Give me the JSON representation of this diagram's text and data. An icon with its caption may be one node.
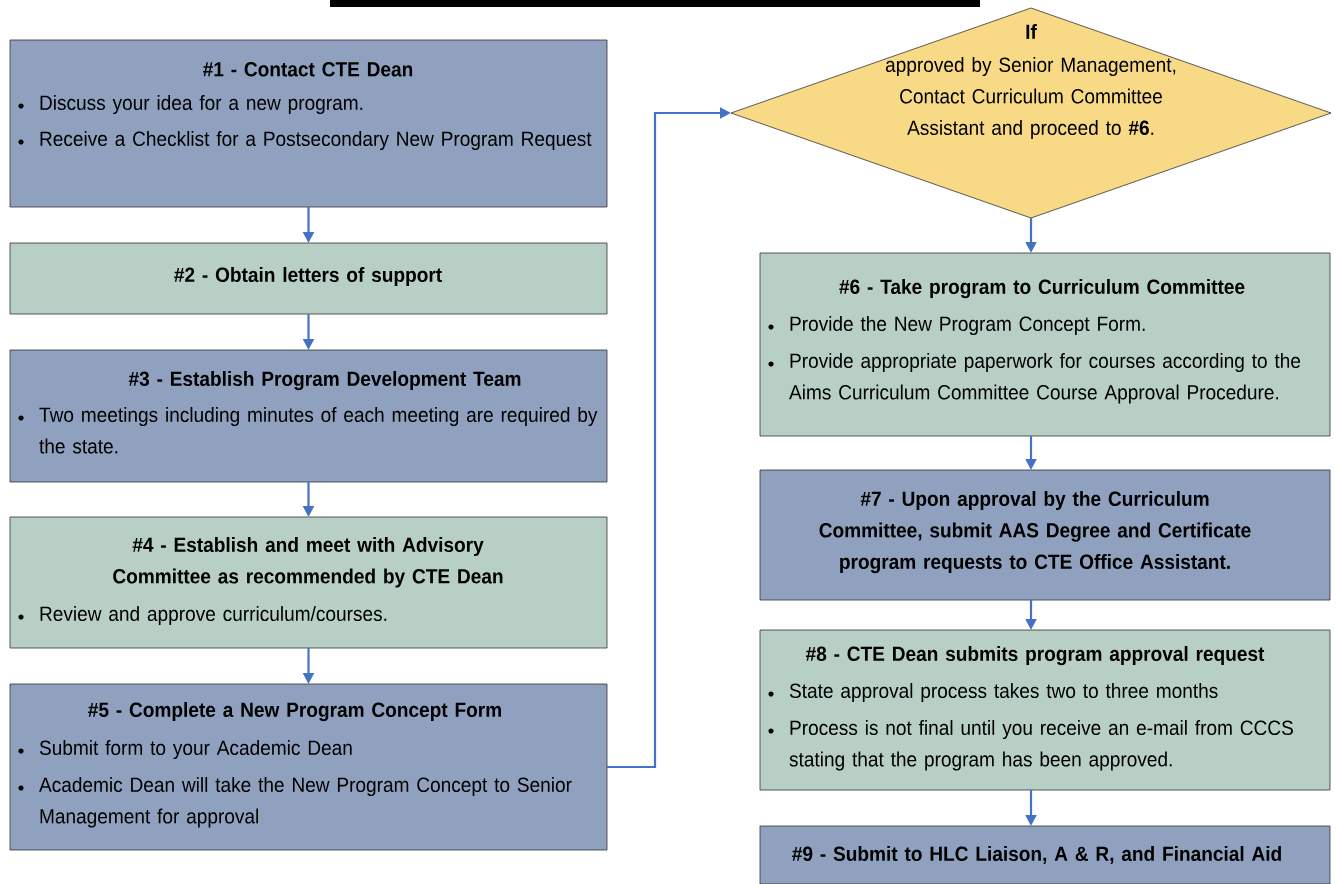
{
  "diagram": {
    "nodes": [
      {
        "text": [
          "#1 - Contact CTE Dean",
          "Discuss your idea for a new program.",
          "Receive a Checklist for a Postsecondary New Program Request"
        ]
      },
      {
        "text": [
          "#2 - Obtain letters of support"
        ]
      },
      {
        "text": [
          "#3 - Establish Program Development Team",
          "Two meetings including minutes of each meeting are required by the state."
        ]
      },
      {
        "text": [
          "#4 - Establish and meet with Advisory Committee as recommended by CTE Dean",
          "Review and approve curriculum/courses."
        ]
      },
      {
        "text": [
          "#5 - Complete a New Program Concept Form",
          "Submit form to your Academic Dean",
          "Academic Dean will take the New Program Concept to Senior Management for approval"
        ]
      },
      {
        "text": [
          "If",
          "approved by Senior Management, Contact Curriculum Committee Assistant and proceed to **#6**."
        ]
      },
      {
        "text": [
          "#6 - Take program to Curriculum Committee",
          "Provide the New Program Concept Form.",
          "Provide appropriate paperwork for courses according to the Aims Curriculum Committee Course Approval Procedure."
        ]
      },
      {
        "text": [
          "#7 - Upon approval by the Curriculum Committee, submit AAS Degree and Certificate program requests to CTE Office Assistant."
        ]
      },
      {
        "text": [
          "#8 - CTE Dean submits program approval request",
          "State approval process takes two to three months",
          "Process is not final until you receive an e-mail from CCCS stating that the program has been approved."
        ]
      },
      {
        "text": [
          "#9 - Submit to HLC Liaison, A & R, and Financial Aid"
        ]
      }
    ],
    "edges": [
      {
        "from": 0,
        "to": 1,
        "arrow": "to"
      },
      {
        "from": 1,
        "to": 2,
        "arrow": "to"
      },
      {
        "from": 2,
        "to": 3,
        "arrow": "to"
      },
      {
        "from": 3,
        "to": 4,
        "arrow": "to"
      },
      {
        "from": 4,
        "to": 5,
        "arrow": "to"
      },
      {
        "from": 5,
        "to": 6,
        "arrow": "to"
      },
      {
        "from": 6,
        "to": 7,
        "arrow": "to"
      },
      {
        "from": 7,
        "to": 8,
        "arrow": "to"
      },
      {
        "from": 8,
        "to": 9,
        "arrow": "to"
      }
    ]
  }
}
